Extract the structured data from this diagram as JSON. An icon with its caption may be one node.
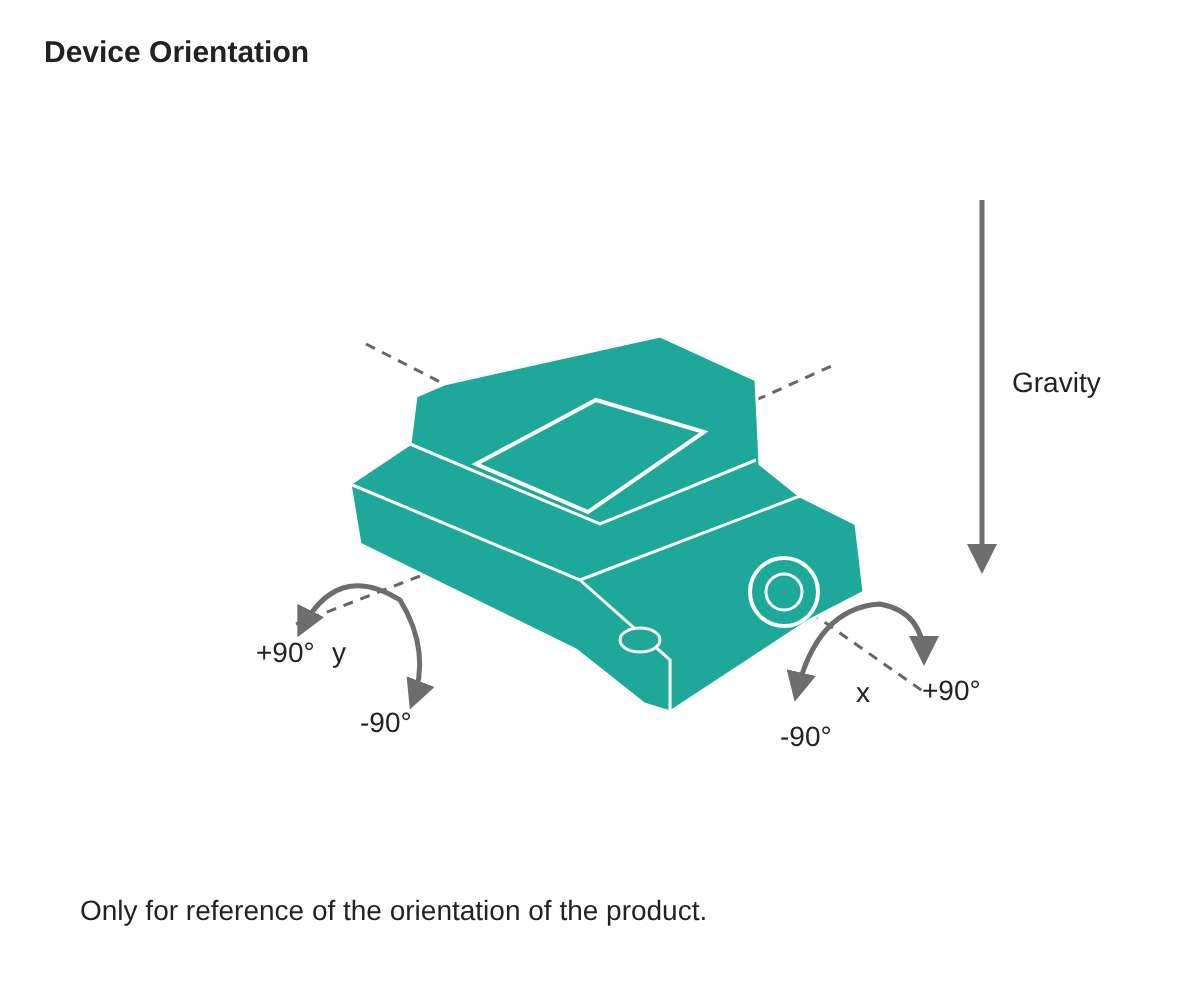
{
  "diagram": {
    "title": "Device Orientation",
    "caption": "Only for reference of the orientation of the product.",
    "labels": [
      "Gravity",
      "+90°",
      "y",
      "-90°",
      "x",
      "+90°",
      "-90°"
    ]
  }
}
